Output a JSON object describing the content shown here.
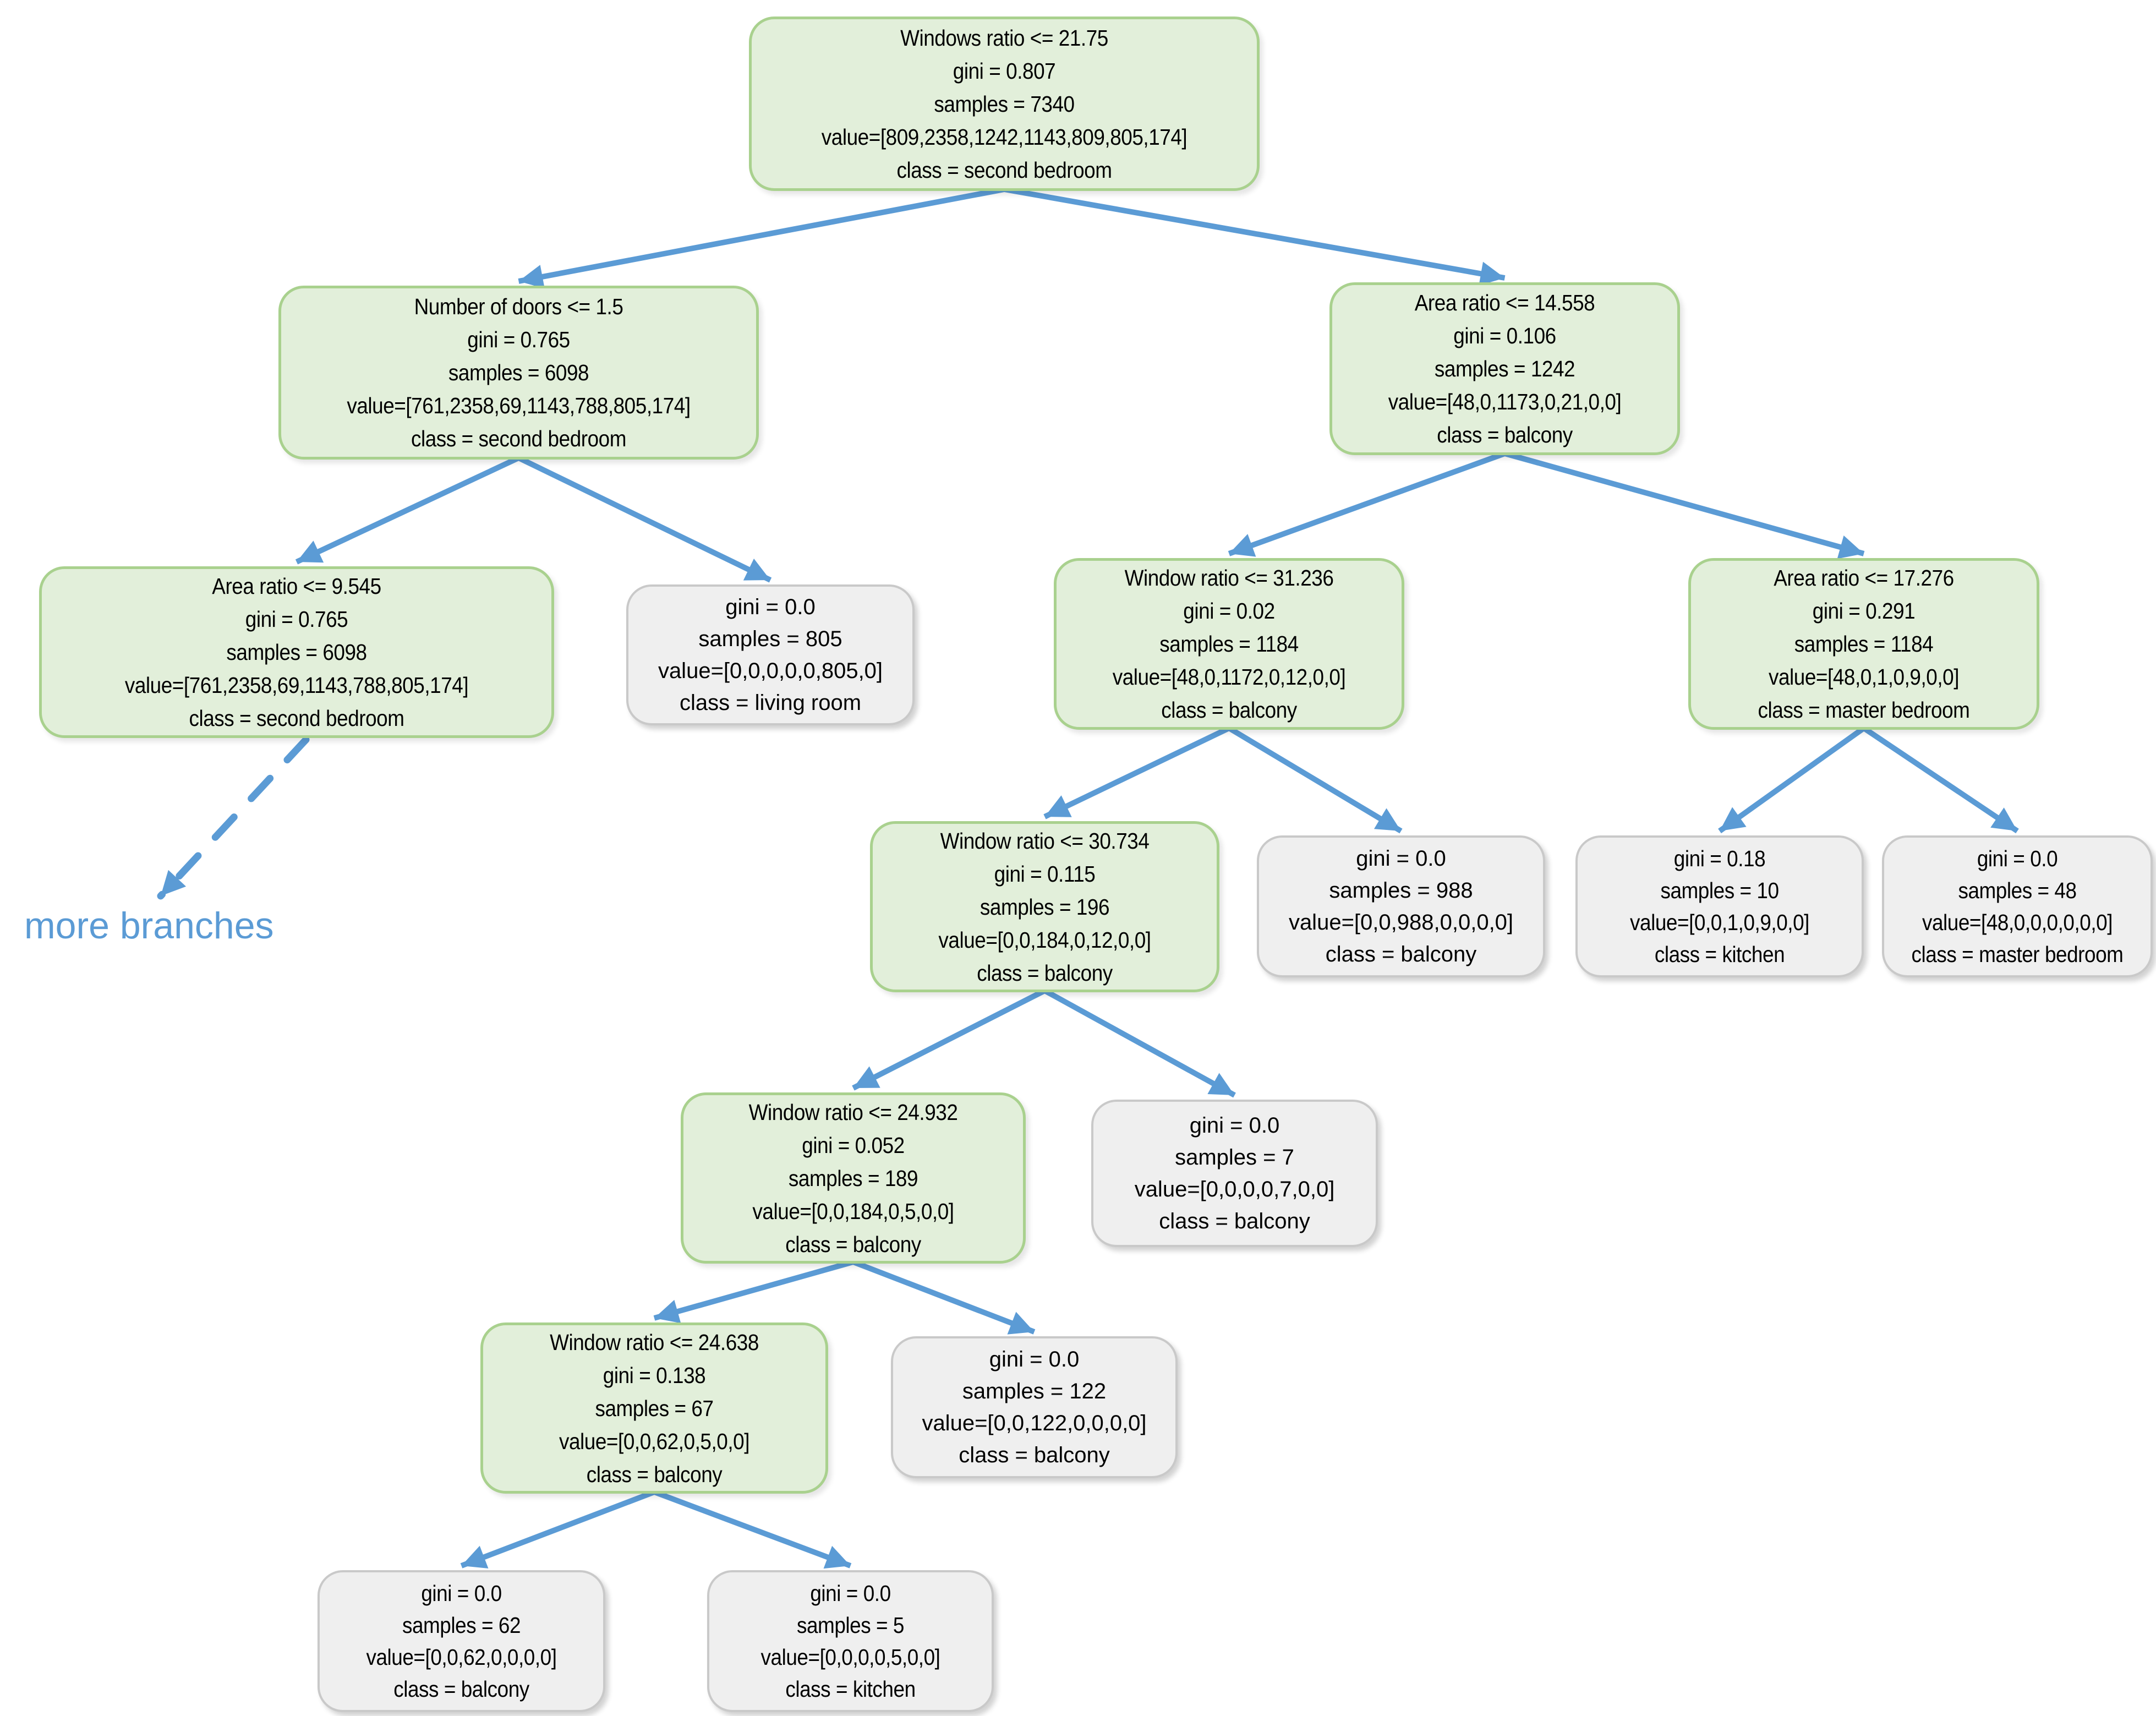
{
  "diagram": {
    "title": "decision-tree",
    "colors": {
      "decision_node_fill": "#E2EFDA",
      "decision_node_border": "#A9D18E",
      "leaf_node_fill": "#EFEFEF",
      "leaf_node_border": "#C9C9C9",
      "edge": "#5B9BD5",
      "annotation_text": "#5B9BD5"
    },
    "annotation": {
      "label": "more branches"
    },
    "nodes": [
      {
        "id": "root",
        "kind": "decision",
        "lines": [
          "Windows ratio <= 21.75",
          "gini = 0.807",
          "samples = 7340",
          "value=[809,2358,1242,1143,809,805,174]",
          "class = second bedroom"
        ]
      },
      {
        "id": "doors",
        "kind": "decision",
        "lines": [
          "Number of doors <= 1.5",
          "gini = 0.765",
          "samples = 6098",
          "value=[761,2358,69,1143,788,805,174]",
          "class = second bedroom"
        ]
      },
      {
        "id": "area14",
        "kind": "decision",
        "lines": [
          "Area ratio <= 14.558",
          "gini = 0.106",
          "samples = 1242",
          "value=[48,0,1173,0,21,0,0]",
          "class = balcony"
        ]
      },
      {
        "id": "area9",
        "kind": "decision",
        "lines": [
          "Area ratio <= 9.545",
          "gini = 0.765",
          "samples = 6098",
          "value=[761,2358,69,1143,788,805,174]",
          "class = second bedroom"
        ]
      },
      {
        "id": "leaf805",
        "kind": "leaf",
        "lines": [
          "gini = 0.0",
          "samples = 805",
          "value=[0,0,0,0,0,805,0]",
          "class = living room"
        ]
      },
      {
        "id": "window31",
        "kind": "decision",
        "lines": [
          "Window ratio <= 31.236",
          "gini = 0.02",
          "samples = 1184",
          "value=[48,0,1172,0,12,0,0]",
          "class = balcony"
        ]
      },
      {
        "id": "area17",
        "kind": "decision",
        "lines": [
          "Area ratio <= 17.276",
          "gini = 0.291",
          "samples = 1184",
          "value=[48,0,1,0,9,0,0]",
          "class = master bedroom"
        ]
      },
      {
        "id": "window30",
        "kind": "decision",
        "lines": [
          "Window ratio <= 30.734",
          "gini = 0.115",
          "samples = 196",
          "value=[0,0,184,0,12,0,0]",
          "class = balcony"
        ]
      },
      {
        "id": "leaf988",
        "kind": "leaf",
        "lines": [
          "gini = 0.0",
          "samples = 988",
          "value=[0,0,988,0,0,0,0]",
          "class = balcony"
        ]
      },
      {
        "id": "leaf10",
        "kind": "leaf",
        "lines": [
          "gini = 0.18",
          "samples = 10",
          "value=[0,0,1,0,9,0,0]",
          "class = kitchen"
        ]
      },
      {
        "id": "leaf48",
        "kind": "leaf",
        "lines": [
          "gini = 0.0",
          "samples = 48",
          "value=[48,0,0,0,0,0,0]",
          "class = master bedroom"
        ]
      },
      {
        "id": "win24932",
        "kind": "decision",
        "lines": [
          "Window ratio <= 24.932",
          "gini = 0.052",
          "samples = 189",
          "value=[0,0,184,0,5,0,0]",
          "class = balcony"
        ]
      },
      {
        "id": "leaf7",
        "kind": "leaf",
        "lines": [
          "gini = 0.0",
          "samples = 7",
          "value=[0,0,0,0,7,0,0]",
          "class = balcony"
        ]
      },
      {
        "id": "win24638",
        "kind": "decision",
        "lines": [
          "Window ratio <= 24.638",
          "gini = 0.138",
          "samples = 67",
          "value=[0,0,62,0,5,0,0]",
          "class = balcony"
        ]
      },
      {
        "id": "leaf122",
        "kind": "leaf",
        "lines": [
          "gini = 0.0",
          "samples = 122",
          "value=[0,0,122,0,0,0,0]",
          "class = balcony"
        ]
      },
      {
        "id": "leaf62",
        "kind": "leaf",
        "lines": [
          "gini = 0.0",
          "samples = 62",
          "value=[0,0,62,0,0,0,0]",
          "class = balcony"
        ]
      },
      {
        "id": "leaf5",
        "kind": "leaf",
        "lines": [
          "gini = 0.0",
          "samples = 5",
          "value=[0,0,0,0,5,0,0]",
          "class = kitchen"
        ]
      }
    ],
    "edges": [
      {
        "from": "root",
        "to": "doors"
      },
      {
        "from": "root",
        "to": "area14"
      },
      {
        "from": "doors",
        "to": "area9"
      },
      {
        "from": "doors",
        "to": "leaf805"
      },
      {
        "from": "area14",
        "to": "window31"
      },
      {
        "from": "area14",
        "to": "area17"
      },
      {
        "from": "window31",
        "to": "window30"
      },
      {
        "from": "window31",
        "to": "leaf988"
      },
      {
        "from": "area17",
        "to": "leaf10"
      },
      {
        "from": "area17",
        "to": "leaf48"
      },
      {
        "from": "window30",
        "to": "win24932"
      },
      {
        "from": "window30",
        "to": "leaf7"
      },
      {
        "from": "win24932",
        "to": "win24638"
      },
      {
        "from": "win24932",
        "to": "leaf122"
      },
      {
        "from": "win24638",
        "to": "leaf62"
      },
      {
        "from": "win24638",
        "to": "leaf5"
      }
    ],
    "dashed_edge": {
      "from": "area9",
      "to_label": "more branches"
    }
  }
}
